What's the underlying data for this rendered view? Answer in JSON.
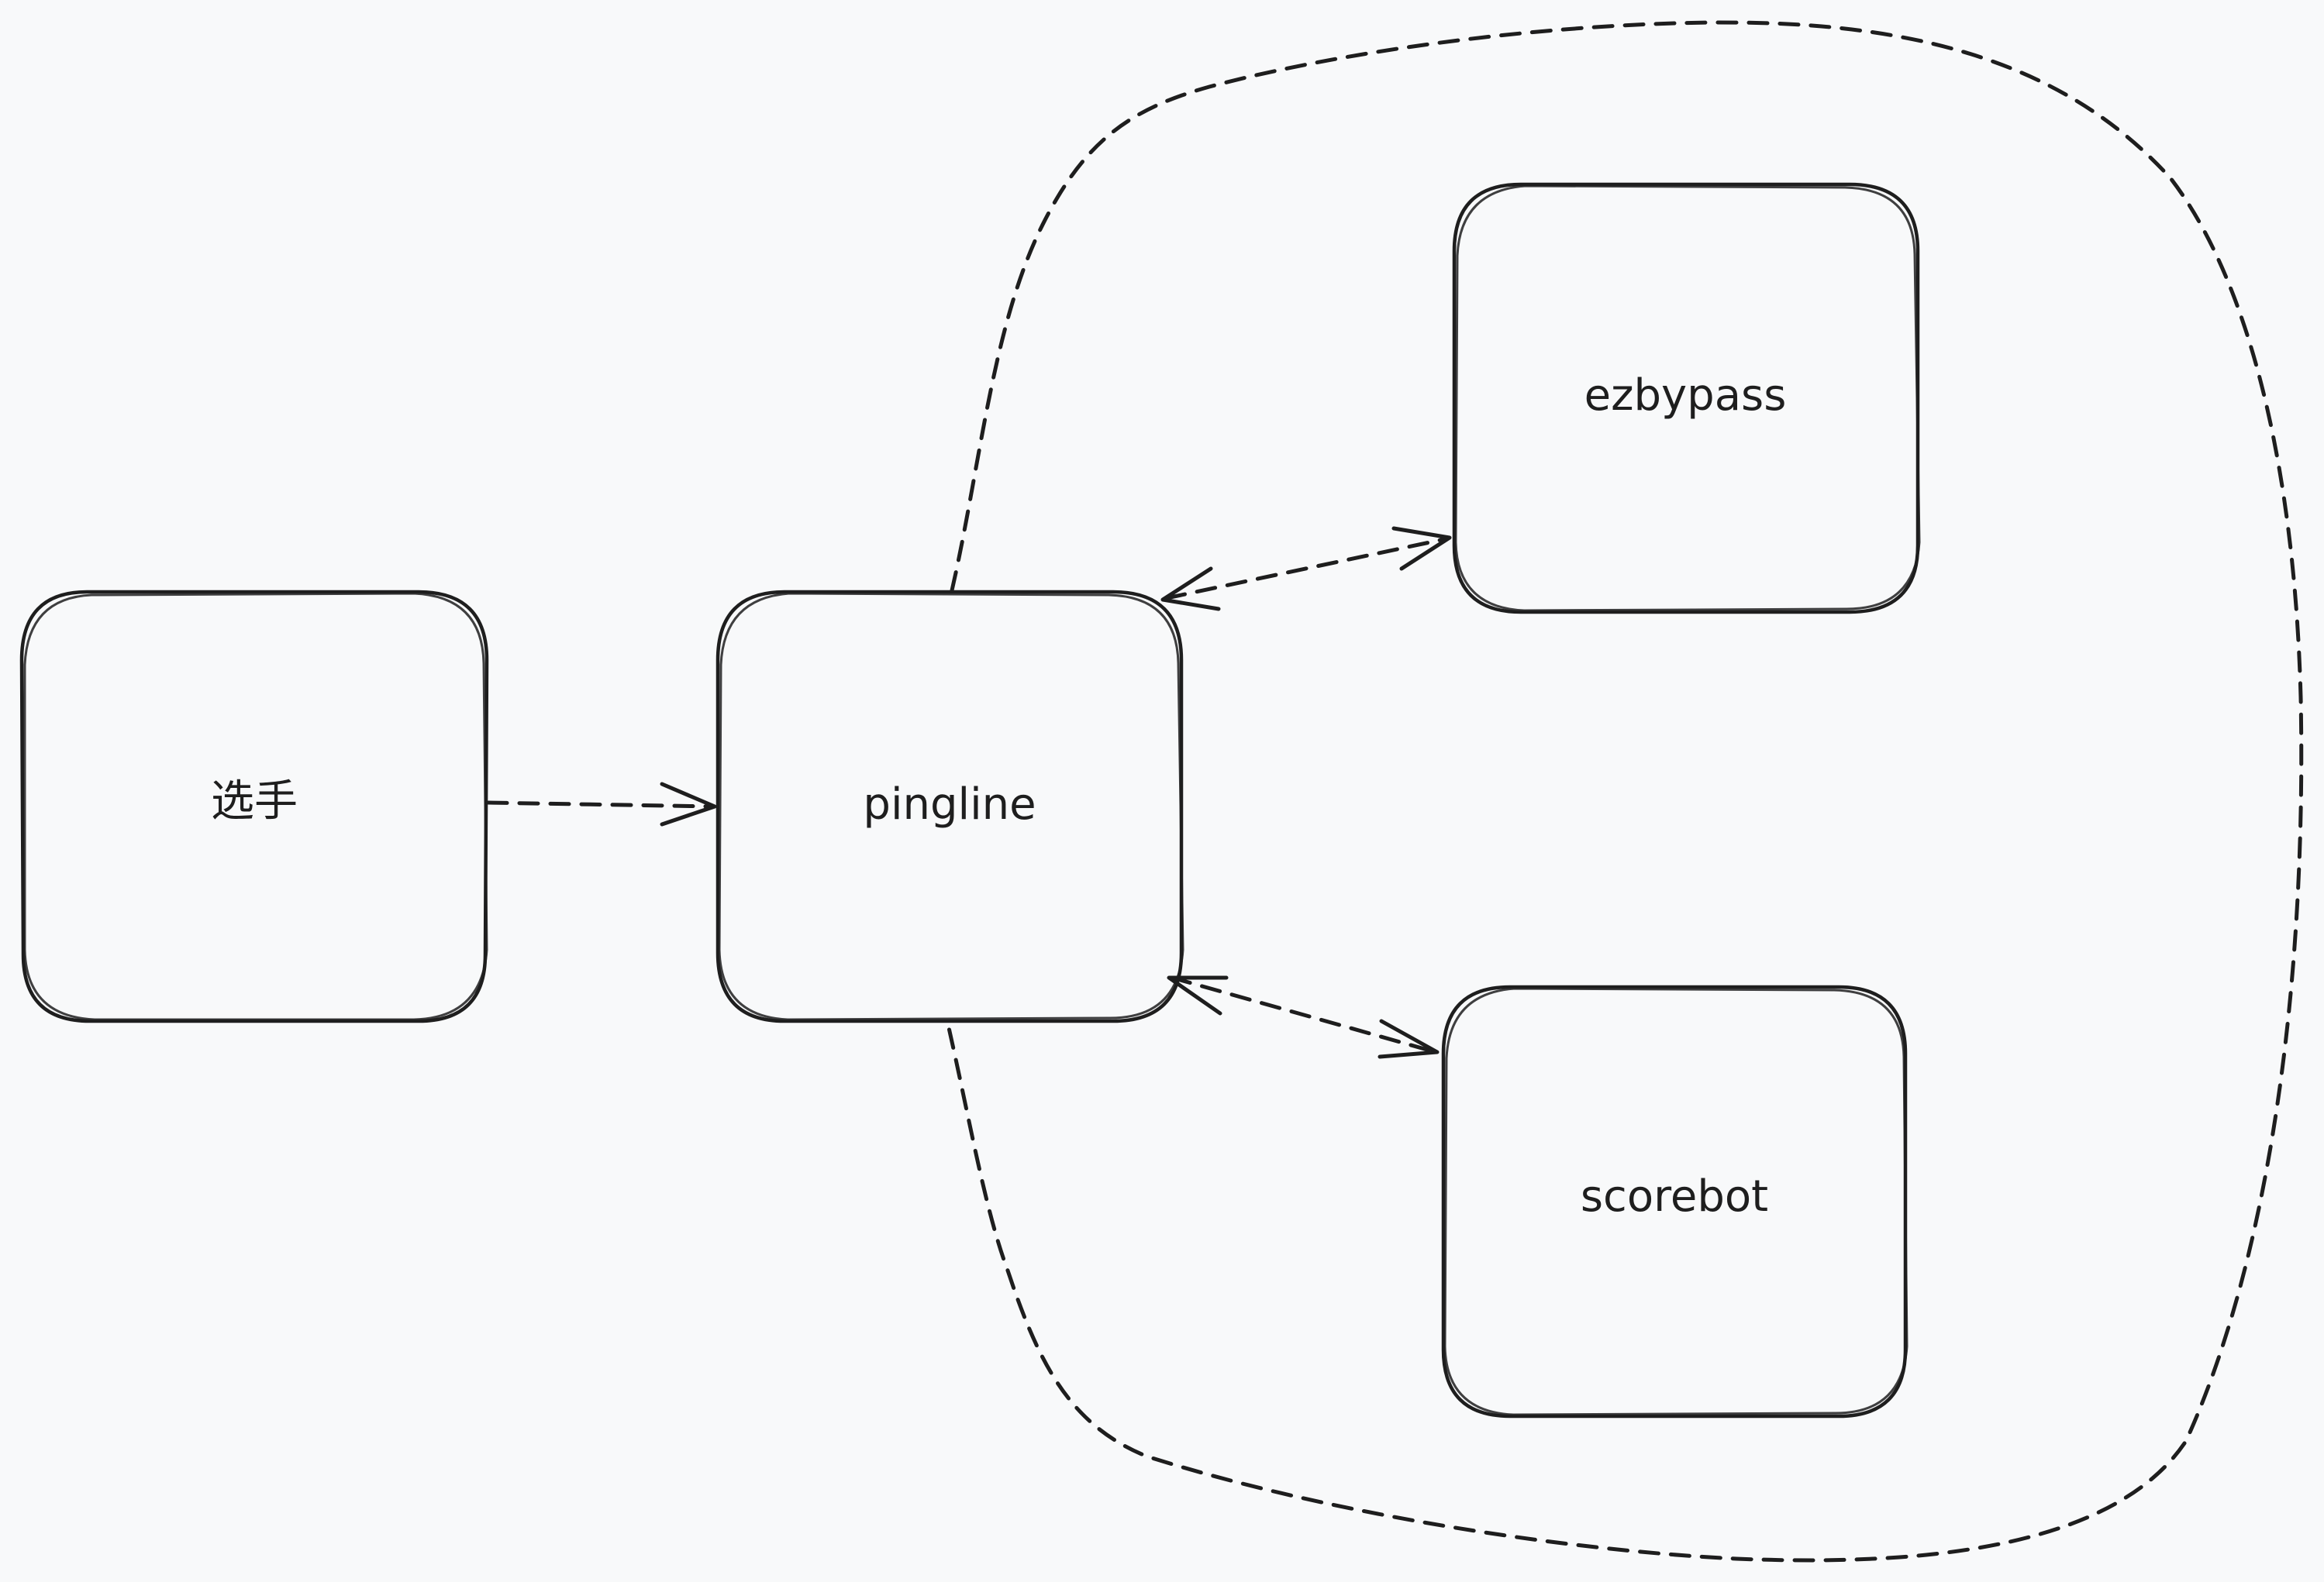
{
  "diagram": {
    "nodes": [
      {
        "id": "player",
        "label": "选手"
      },
      {
        "id": "pingline",
        "label": "pingline"
      },
      {
        "id": "ezbypass",
        "label": "ezbypass"
      },
      {
        "id": "scorebot",
        "label": "scorebot"
      }
    ],
    "edges": [
      {
        "from": "player",
        "to": "pingline",
        "style": "dashed",
        "direction": "forward"
      },
      {
        "from": "pingline",
        "to": "ezbypass",
        "style": "dashed",
        "direction": "both"
      },
      {
        "from": "pingline",
        "to": "scorebot",
        "style": "dashed",
        "direction": "both"
      },
      {
        "from": "pingline",
        "to": "pingline",
        "style": "dashed",
        "direction": "none",
        "shape": "loop-around-right"
      }
    ],
    "colors": {
      "background": "#f8f9fa",
      "stroke": "#1e1e1e"
    }
  }
}
